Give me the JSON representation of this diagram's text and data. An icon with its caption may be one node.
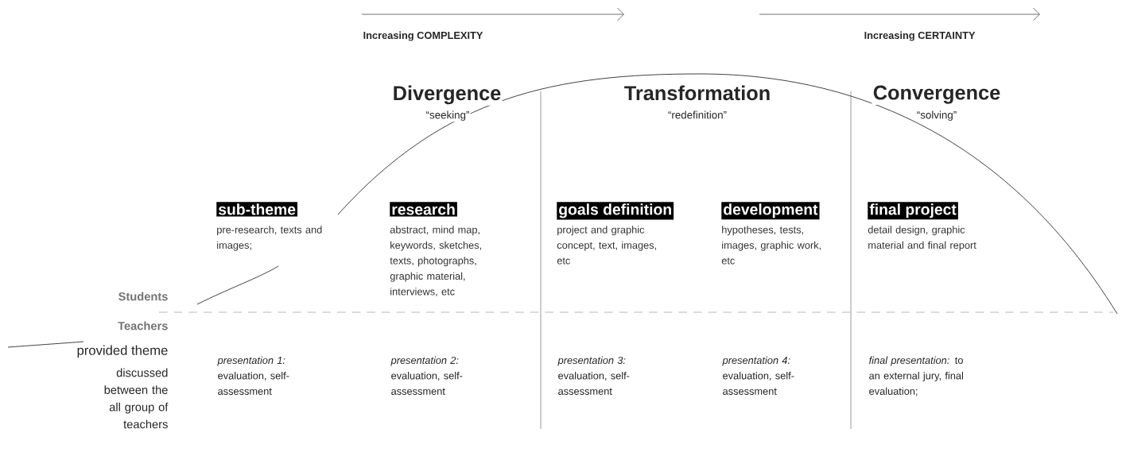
{
  "diagram": {
    "nodes": [
      {
        "text": [
          "sub-theme",
          "pre-research, texts and images;"
        ]
      },
      {
        "text": [
          "research",
          "abstract, mind map, keywords, sketches, texts, photographs, graphic material, interviews, etc"
        ]
      },
      {
        "text": [
          "goals definition",
          "project and graphic concept, text, images, etc"
        ]
      },
      {
        "text": [
          "development",
          "hypotheses, tests, images, graphic work, etc"
        ]
      },
      {
        "text": [
          "final project",
          "detail design, graphic material and final report"
        ]
      }
    ],
    "labels": [
      "Increasing COMPLEXITY",
      "Increasing CERTAINTY",
      "Divergence",
      "“seeking”",
      "Transformation",
      "“redefinition”",
      "Convergence",
      "“solving”",
      "Students",
      "Teachers",
      "provided theme",
      "discussed between the all group of teachers",
      "*presentation 1:* evaluation, self-assessment",
      "*presentation 2:* evaluation, self-assessment",
      "*presentation 3:* evaluation, self-assessment",
      "*presentation 4:* evaluation, self-assessment",
      "*final presentation:* to an external jury, final evaluation;"
    ]
  }
}
